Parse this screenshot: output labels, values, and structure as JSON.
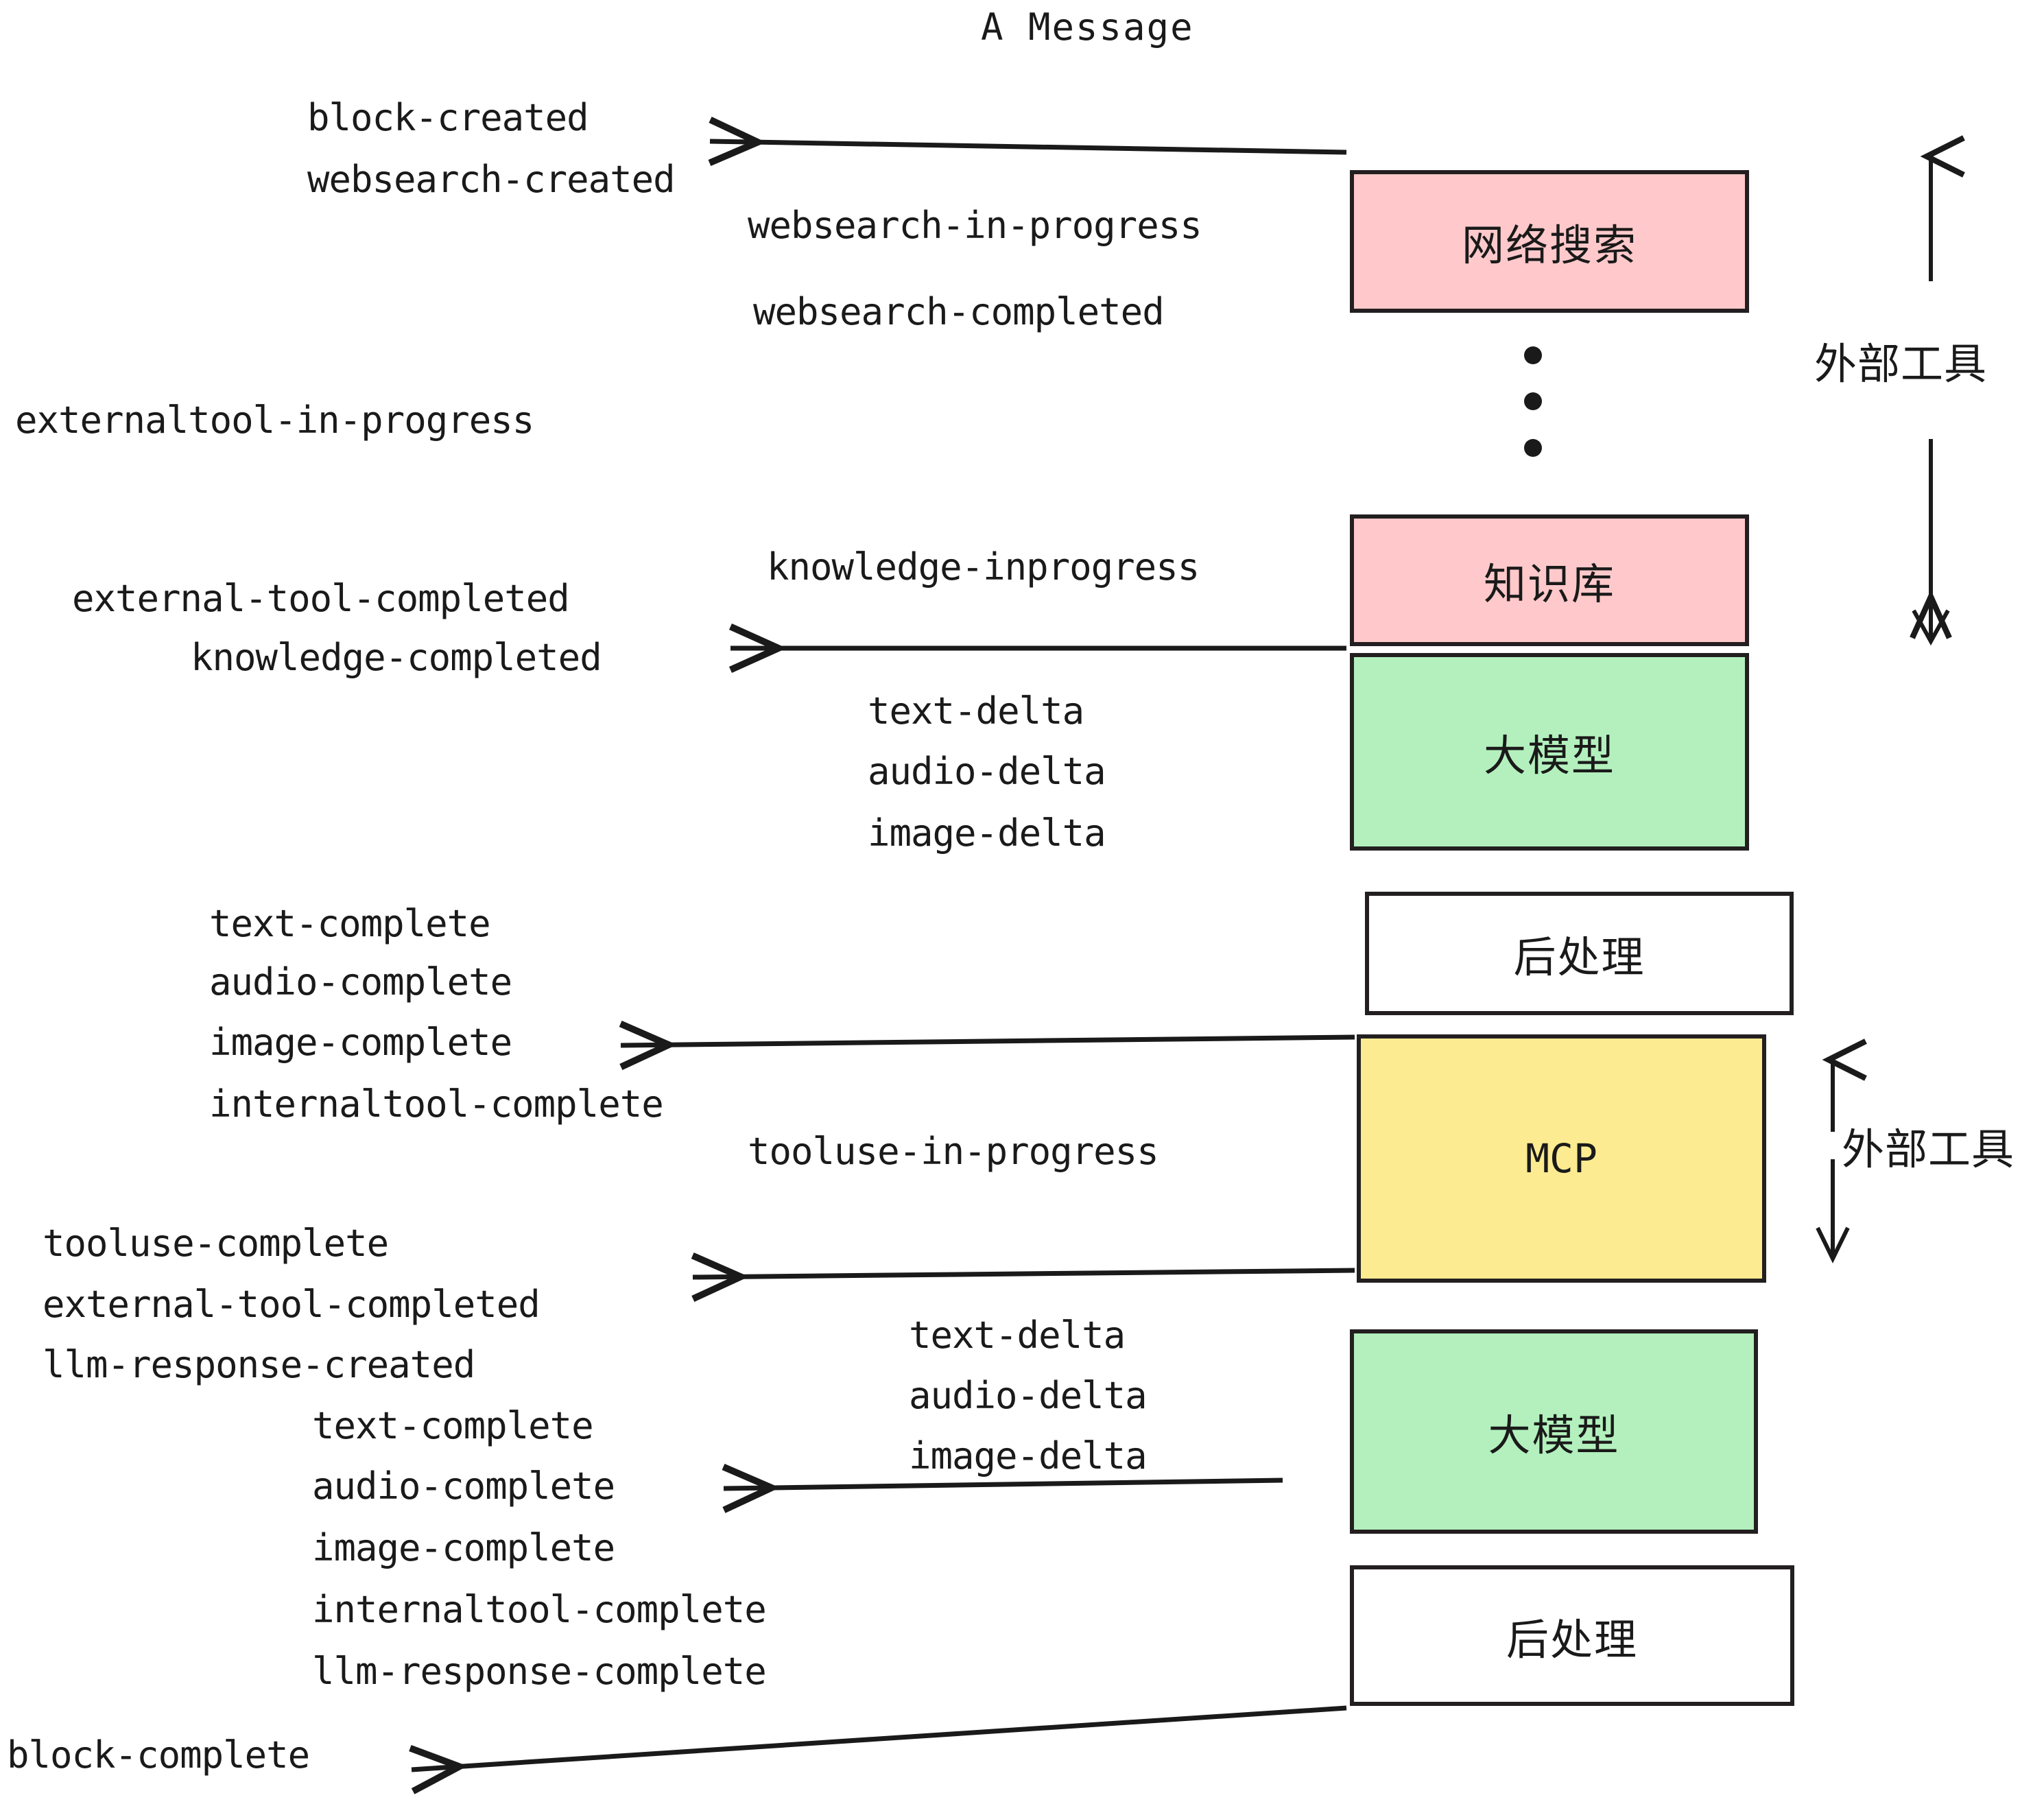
{
  "title": "A Message",
  "boxes": [
    {
      "id": "websearch",
      "label": "网络搜索",
      "color": "#ffc9cb"
    },
    {
      "id": "knowledge",
      "label": "知识库",
      "color": "#ffc9cb"
    },
    {
      "id": "llm-1",
      "label": "大模型",
      "color": "#b3f0bd"
    },
    {
      "id": "postprocess-1",
      "label": "后处理",
      "color": "#ffffff"
    },
    {
      "id": "mcp",
      "label": "MCP",
      "color": "#fceb90"
    },
    {
      "id": "llm-2",
      "label": "大模型",
      "color": "#b3f0bd"
    },
    {
      "id": "postprocess-2",
      "label": "后处理",
      "color": "#ffffff"
    }
  ],
  "side_labels": [
    {
      "id": "external-tools-top",
      "label": "外部工具"
    },
    {
      "id": "external-tools-bottom",
      "label": "外部工具"
    }
  ],
  "events": {
    "block_created": "block-created",
    "websearch_created": "websearch-created",
    "websearch_in_progress": "websearch-in-progress",
    "websearch_completed": "websearch-completed",
    "externaltool_in_progress": "externaltool-in-progress",
    "knowledge_inprogress": "knowledge-inprogress",
    "external_tool_completed_1": "external-tool-completed",
    "knowledge_completed": "knowledge-completed",
    "text_delta_1": "text-delta",
    "audio_delta_1": "audio-delta",
    "image_delta_1": "image-delta",
    "text_complete_1": "text-complete",
    "audio_complete_1": "audio-complete",
    "image_complete_1": "image-complete",
    "internaltool_complete_1": "internaltool-complete",
    "tooluse_in_progress": "tooluse-in-progress",
    "tooluse_complete": "tooluse-complete",
    "external_tool_completed_2": "external-tool-completed",
    "llm_response_created": "llm-response-created",
    "text_delta_2": "text-delta",
    "audio_delta_2": "audio-delta",
    "image_delta_2": "image-delta",
    "text_complete_2": "text-complete",
    "audio_complete_2": "audio-complete",
    "image_complete_2": "image-complete",
    "internaltool_complete_2": "internaltool-complete",
    "llm_response_complete": "llm-response-complete",
    "block_complete": "block-complete"
  },
  "colors": {
    "pink": "#ffc9cb",
    "green": "#b3f0bd",
    "yellow": "#fceb90",
    "white": "#ffffff",
    "stroke": "#231f20"
  }
}
